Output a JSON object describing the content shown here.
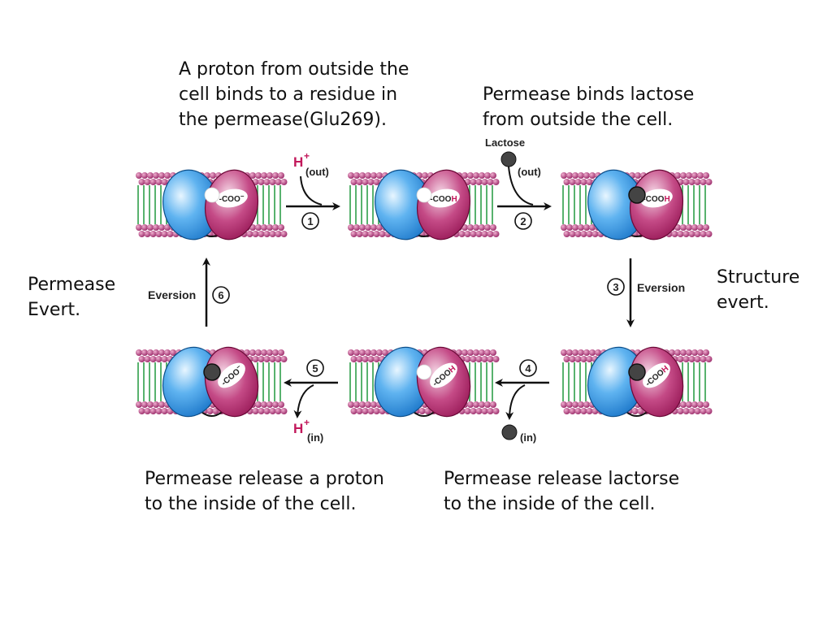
{
  "captions": {
    "step1": "A proton from outside the\ncell binds to a residue in\nthe permease(Glu269).",
    "step2": "Permease binds lactose\nfrom outside the cell.",
    "step3": "Structure\nevert.",
    "step4": "Permease release lactorse\nto the inside of the cell.",
    "step5": "Permease release a proton\nto the inside of the cell.",
    "step6": "Permease\nEvert."
  },
  "arrows": {
    "step1": {
      "number": "1",
      "ion": "H",
      "charge": "+",
      "side": "(out)"
    },
    "step2": {
      "number": "2",
      "ligand": "Lactose",
      "side": "(out)"
    },
    "step3": {
      "number": "3",
      "label": "Eversion"
    },
    "step4": {
      "number": "4",
      "side": "(in)"
    },
    "step5": {
      "number": "5",
      "ion": "H",
      "charge": "+",
      "side": "(in)"
    },
    "step6": {
      "number": "6",
      "label": "Eversion"
    }
  },
  "states": [
    {
      "id": "s1",
      "residue": "-COO",
      "charge": "−",
      "lactose": false,
      "facing": "out"
    },
    {
      "id": "s2",
      "residue": "-COOH",
      "lactose": false,
      "facing": "out"
    },
    {
      "id": "s3",
      "residue": "-COOH",
      "lactose": true,
      "facing": "out"
    },
    {
      "id": "s4",
      "residue": "-COOH",
      "lactose": true,
      "facing": "in"
    },
    {
      "id": "s5",
      "residue": "-COOH",
      "lactose": false,
      "facing": "in"
    },
    {
      "id": "s6",
      "residue": "-COO",
      "charge": "−",
      "lactose": true,
      "facing": "in"
    }
  ],
  "colors": {
    "blue_domain": "#2a8fe0",
    "magenta_domain": "#b0155e",
    "proton": "#c2185b",
    "lipid_head": "#b03a7a",
    "lipid_tail": "#2e9e4a",
    "lactose": "#444444"
  }
}
